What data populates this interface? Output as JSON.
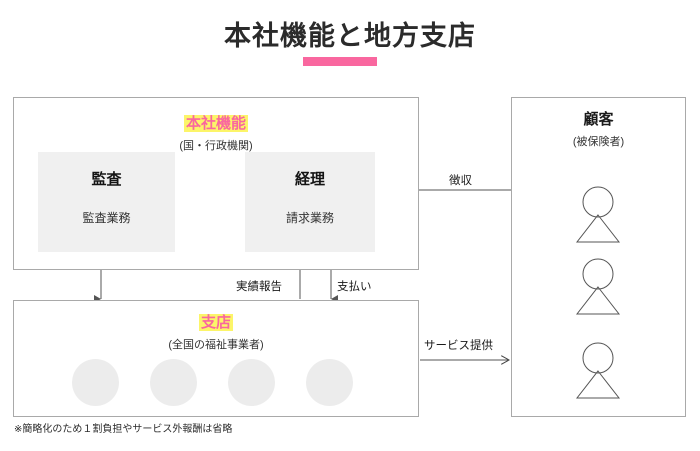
{
  "title": "本社機能と地方支店",
  "accent_color": "#f9679f",
  "highlight_color": "#fcf569",
  "hq": {
    "title": "本社機能",
    "subtitle": "(国・行政機関)",
    "departments": [
      {
        "name": "監査",
        "role": "監査業務"
      },
      {
        "name": "経理",
        "role": "請求業務"
      }
    ]
  },
  "branch": {
    "title": "支店",
    "subtitle": "(全国の福祉事業者)",
    "unit_count": 4
  },
  "customer": {
    "title": "顧客",
    "subtitle": "(被保険者)",
    "person_count": 3
  },
  "connections": {
    "collection": "徴収",
    "report": "実績報告",
    "payment": "支払い",
    "service": "サービス提供"
  },
  "footnote": "※簡略化のため１割負担やサービス外報酬は省略"
}
